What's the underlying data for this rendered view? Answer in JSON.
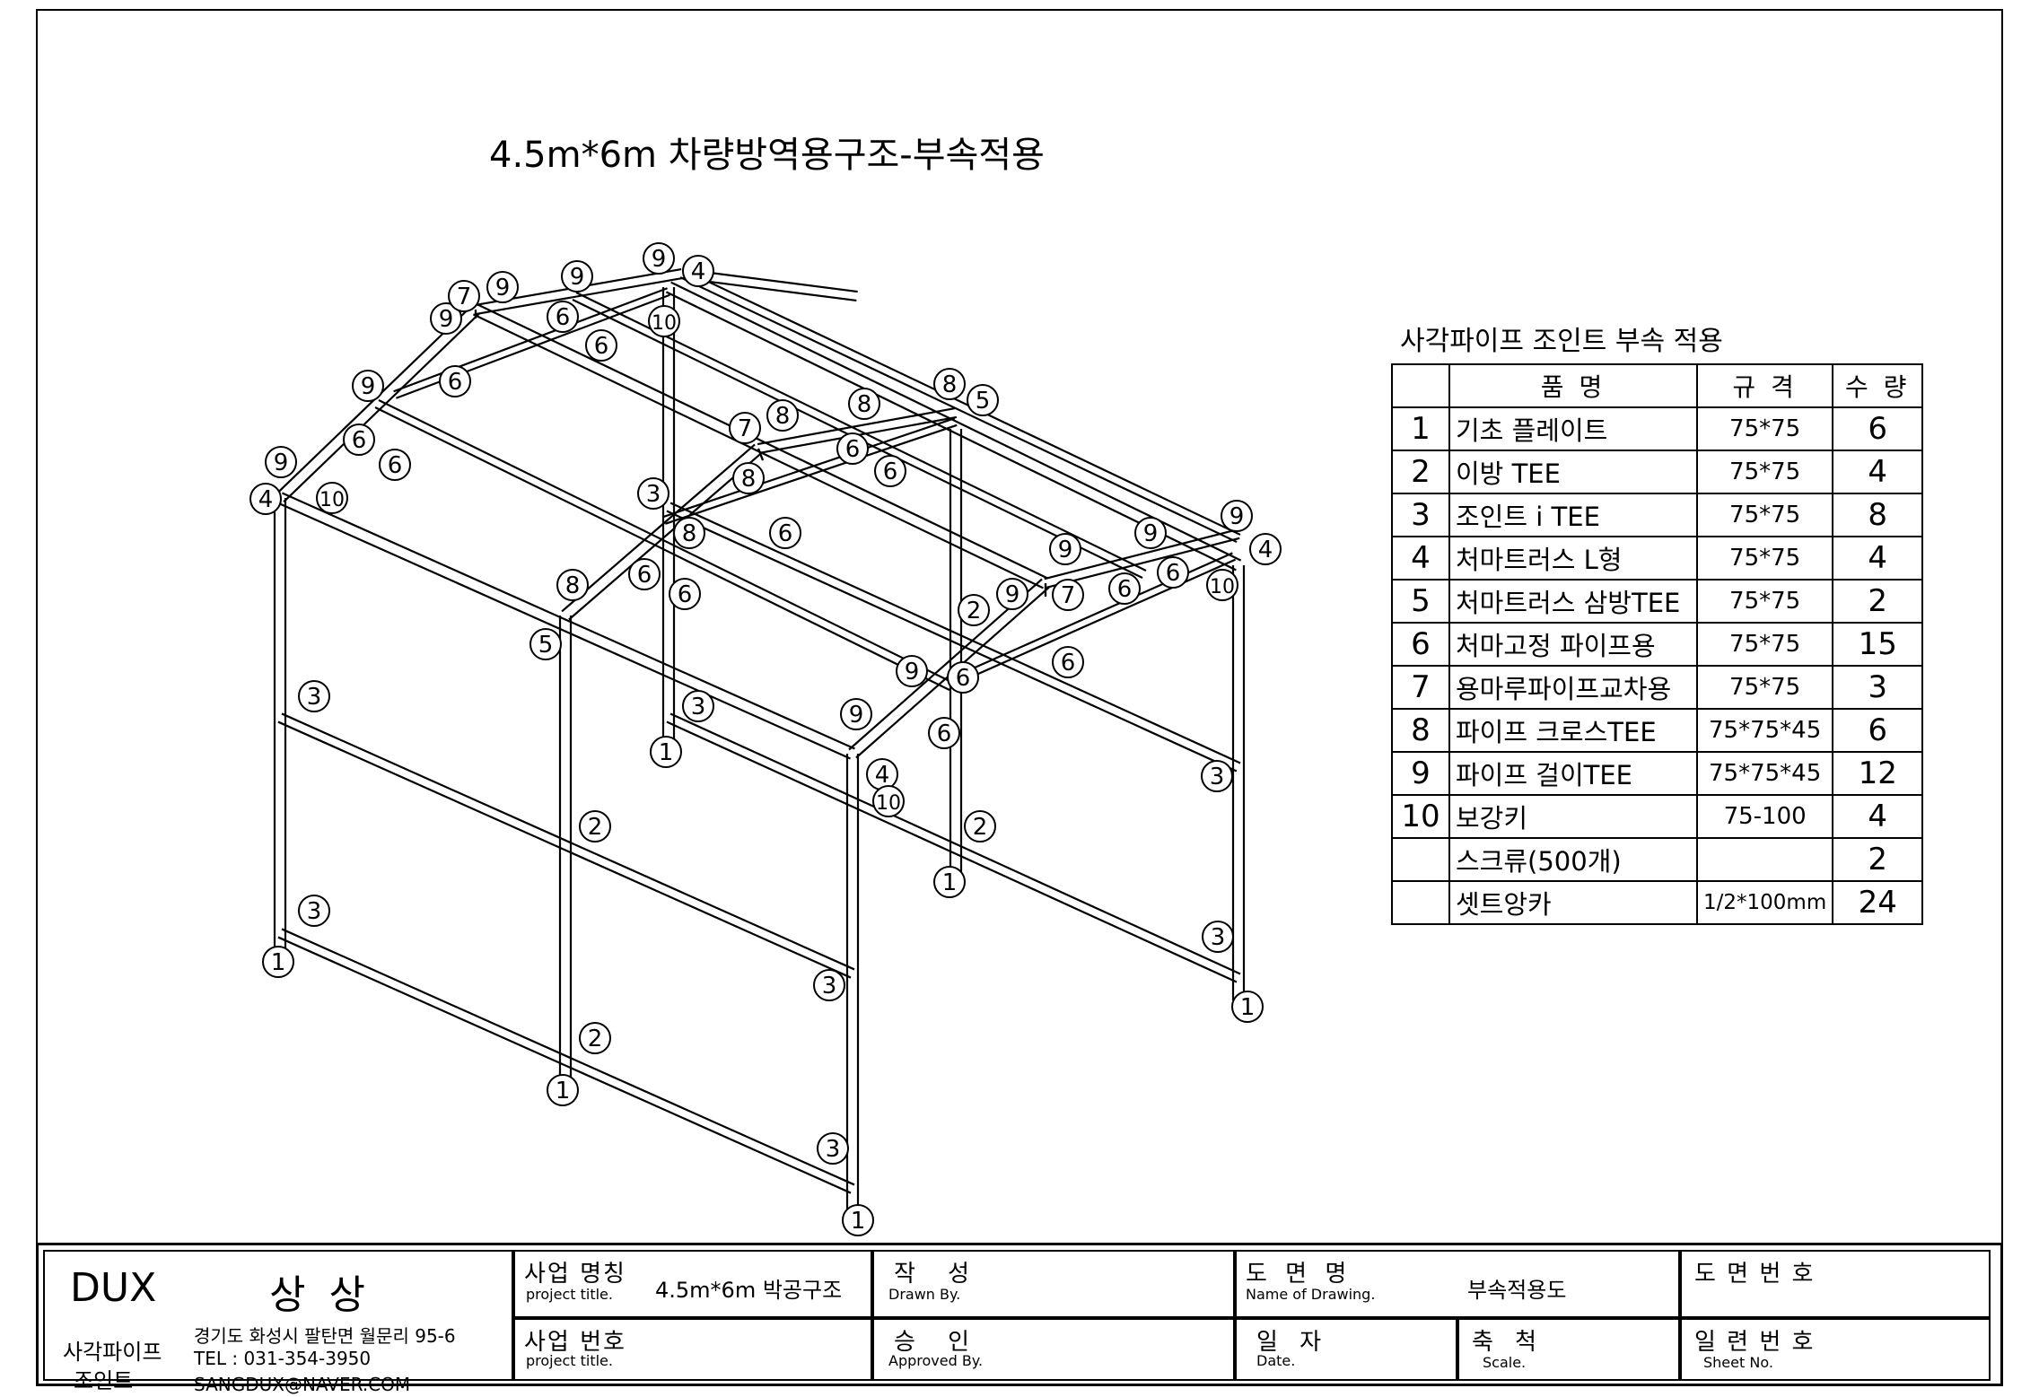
{
  "title": "4.5m*6m 차량방역용구조-부속적용",
  "parts": {
    "title": "사각파이프 조인트 부속 적용",
    "headers": {
      "name": "품 명",
      "spec": "규 격",
      "qty": "수 량"
    },
    "rows": [
      {
        "no": "1",
        "name": "기초 플레이트",
        "spec": "75*75",
        "qty": "6"
      },
      {
        "no": "2",
        "name": "이방 TEE",
        "spec": "75*75",
        "qty": "4"
      },
      {
        "no": "3",
        "name": "조인트 i TEE",
        "spec": "75*75",
        "qty": "8"
      },
      {
        "no": "4",
        "name": "처마트러스 L형",
        "spec": "75*75",
        "qty": "4"
      },
      {
        "no": "5",
        "name": "처마트러스 삼방TEE",
        "spec": "75*75",
        "qty": "2"
      },
      {
        "no": "6",
        "name": "처마고정 파이프용",
        "spec": "75*75",
        "qty": "15"
      },
      {
        "no": "7",
        "name": "용마루파이프교차용",
        "spec": "75*75",
        "qty": "3"
      },
      {
        "no": "8",
        "name": "파이프 크로스TEE",
        "spec": "75*75*45",
        "qty": "6"
      },
      {
        "no": "9",
        "name": "파이프 걸이TEE",
        "spec": "75*75*45",
        "qty": "12"
      },
      {
        "no": "10",
        "name": "보강키",
        "spec": "75-100",
        "qty": "4"
      },
      {
        "no": "",
        "name": "스크류(500개)",
        "spec": "",
        "qty": "2"
      },
      {
        "no": "",
        "name": "셋트앙카",
        "spec": "1/2*100mm",
        "qty": "24"
      }
    ]
  },
  "title_block": {
    "brand": "DUX",
    "brand_ko": "상 상",
    "product_line1": "사각파이프",
    "product_line2": "조인트",
    "address": "경기도 화성시 팔탄면 월문리 95-6",
    "tel": "TEL : 031-354-3950",
    "email": "SANGDUX@NAVER.COM",
    "project_name_ko": "사업 명칭",
    "project_name_en": "project title.",
    "project_name_value": "4.5m*6m 박공구조",
    "project_no_ko": "사업 번호",
    "project_no_en": "project title.",
    "drawn_ko": "작 성",
    "drawn_en": "Drawn By.",
    "approved_ko": "승 인",
    "approved_en": "Approved By.",
    "drawing_name_ko": "도 면 명",
    "drawing_name_en": "Name of Drawing.",
    "drawing_name_value": "부속적용도",
    "date_ko": "일 자",
    "date_en": "Date.",
    "scale_ko": "축 척",
    "scale_en": "Scale.",
    "drawing_no_ko": "도 면 번 호",
    "sheet_no_ko": "일 련 번 호",
    "sheet_no_en": "Sheet No."
  },
  "callouts": {
    "1": "1",
    "2": "2",
    "3": "3",
    "4": "4",
    "5": "5",
    "6": "6",
    "7": "7",
    "8": "8",
    "9": "9",
    "10": "10"
  }
}
